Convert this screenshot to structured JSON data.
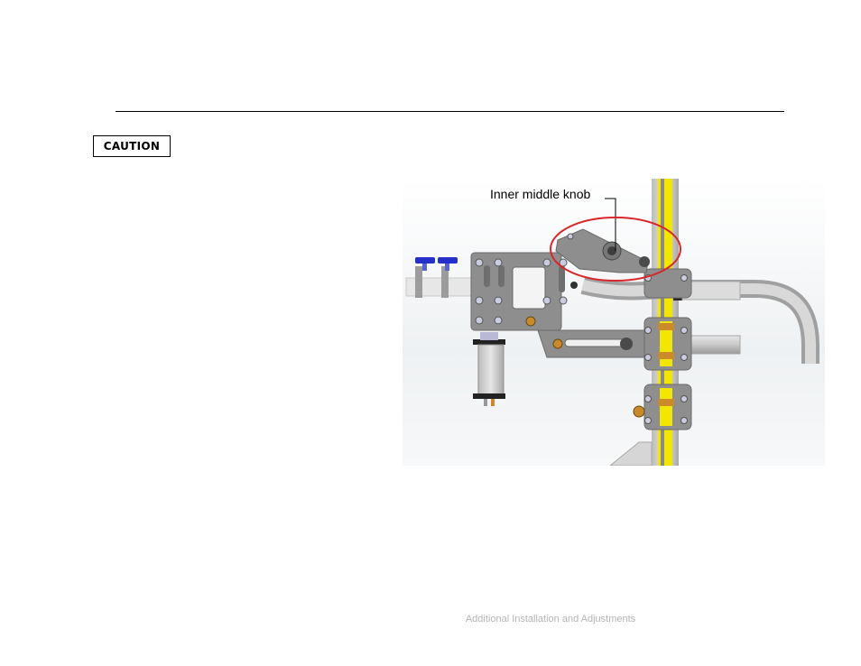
{
  "caution": {
    "label": "CAUTION"
  },
  "figure": {
    "callout_label": "Inner middle knob",
    "highlight_color": "#d9262b",
    "rail_color": "#f2e600"
  },
  "footer": {
    "text": "Additional Installation and Adjustments"
  }
}
